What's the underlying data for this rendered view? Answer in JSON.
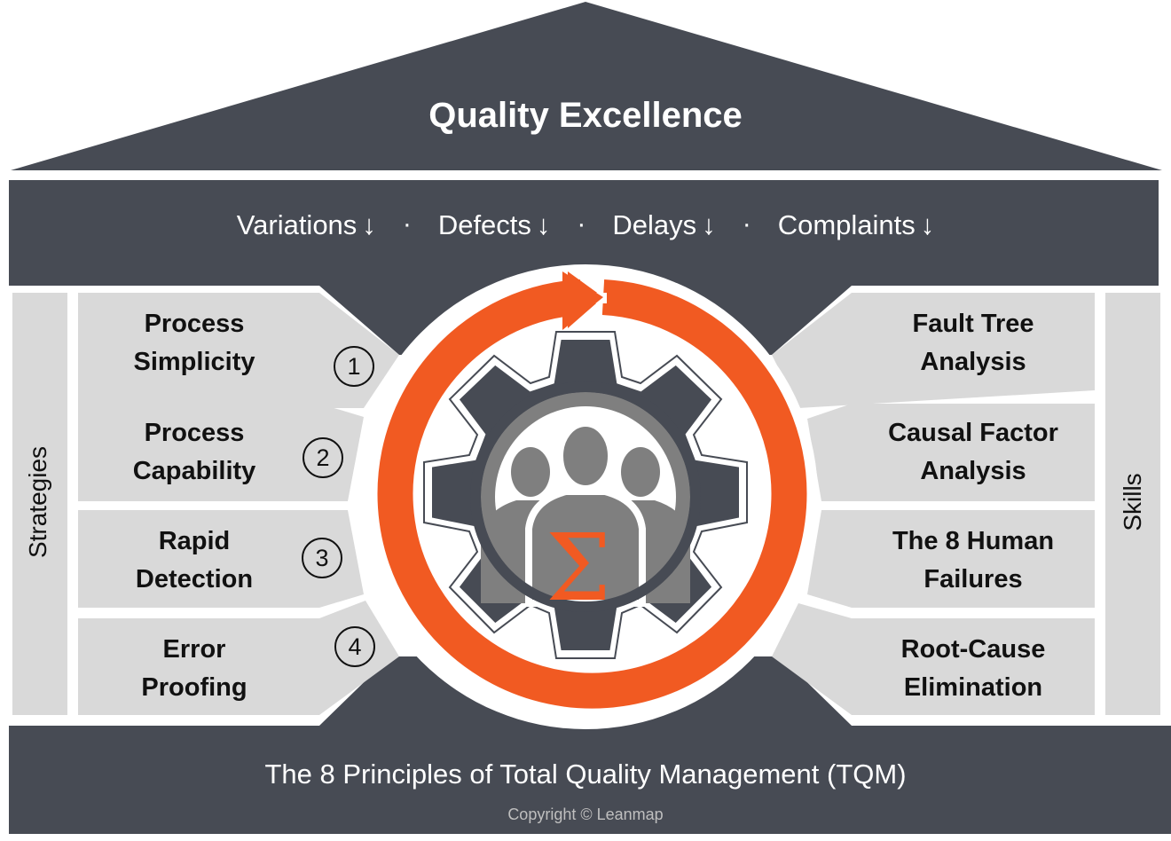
{
  "roof": {
    "title": "Quality Excellence"
  },
  "metrics_bar": {
    "items": [
      {
        "label": "Variations",
        "arrow": "↓"
      },
      {
        "label": "Defects",
        "arrow": "↓"
      },
      {
        "label": "Delays",
        "arrow": "↓"
      },
      {
        "label": "Complaints",
        "arrow": "↓"
      }
    ],
    "separator": "·"
  },
  "left_pillar": {
    "label": "Strategies",
    "items": [
      {
        "number": "1",
        "line1": "Process",
        "line2": "Simplicity"
      },
      {
        "number": "2",
        "line1": "Process",
        "line2": "Capability"
      },
      {
        "number": "3",
        "line1": "Rapid",
        "line2": "Detection"
      },
      {
        "number": "4",
        "line1": "Error",
        "line2": "Proofing"
      }
    ]
  },
  "right_pillar": {
    "label": "Skills",
    "items": [
      {
        "line1": "Fault Tree",
        "line2": "Analysis"
      },
      {
        "line1": "Causal Factor",
        "line2": "Analysis"
      },
      {
        "line1": "The 8 Human",
        "line2": "Failures"
      },
      {
        "line1": "Root-Cause",
        "line2": "Elimination"
      }
    ]
  },
  "center": {
    "icons": [
      "cycle-arrow-icon",
      "gear-icon",
      "people-group-icon",
      "sigma-icon"
    ],
    "sigma": "Σ"
  },
  "foundation": {
    "title": "The 8 Principles of Total Quality Management (TQM)",
    "copyright": "Copyright © Leanmap"
  },
  "colors": {
    "dark": "#474b54",
    "light_box": "#d9d9d9",
    "accent": "#f15a22",
    "people": "#7f7f7f",
    "white": "#ffffff"
  }
}
